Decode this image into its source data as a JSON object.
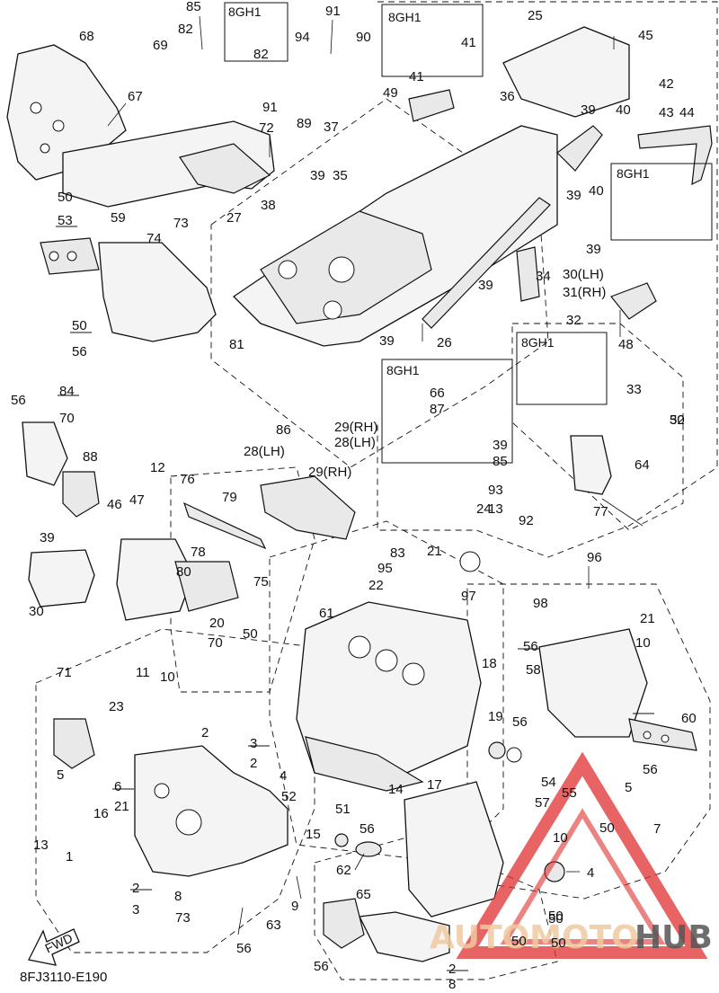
{
  "diagram": {
    "drawing_code": "8FJ3110-E190",
    "direction_label": "FWD",
    "watermark": {
      "text_a": "AUTOMOTO",
      "text_b": "HUB",
      "color_a": "#f0c9a0",
      "color_b": "#555555",
      "triangle_color": "#e03030"
    },
    "variant_boxes": [
      "8GH1",
      "8GH1",
      "8GH1",
      "8GH1",
      "8GH1"
    ],
    "callouts": [
      "85",
      "91",
      "94",
      "90",
      "25",
      "45",
      "68",
      "82",
      "82",
      "41",
      "41",
      "69",
      "49",
      "36",
      "42",
      "43",
      "44",
      "67",
      "91",
      "72",
      "89",
      "37",
      "39",
      "35",
      "39",
      "40",
      "39",
      "40",
      "50",
      "53",
      "59",
      "73",
      "74",
      "27",
      "38",
      "39",
      "34",
      "30(LH)",
      "31(RH)",
      "48",
      "50",
      "56",
      "81",
      "39",
      "26",
      "32",
      "39",
      "33",
      "32",
      "64",
      "50",
      "56",
      "84",
      "70",
      "28(LH)",
      "29(RH)",
      "66",
      "87",
      "88",
      "86",
      "28(LH)",
      "29(RH)",
      "39",
      "85",
      "13",
      "12",
      "76",
      "79",
      "46",
      "47",
      "93",
      "92",
      "39",
      "30",
      "24",
      "77",
      "78",
      "80",
      "75",
      "20",
      "83",
      "21",
      "22",
      "95",
      "97",
      "96",
      "98",
      "21",
      "61",
      "71",
      "70",
      "50",
      "56",
      "58",
      "10",
      "11",
      "10",
      "23",
      "18",
      "19",
      "56",
      "60",
      "5",
      "2",
      "3",
      "2",
      "4",
      "52",
      "56",
      "54",
      "55",
      "5",
      "6",
      "21",
      "14",
      "17",
      "51",
      "57",
      "50",
      "7",
      "16",
      "56",
      "10",
      "1",
      "13",
      "15",
      "62",
      "4",
      "2",
      "3",
      "8",
      "9",
      "63",
      "65",
      "56",
      "50",
      "2",
      "73",
      "50",
      "50",
      "8",
      "56",
      "50"
    ],
    "legend_sets": [
      "50 / 53",
      "50 / 56",
      "50 / 56",
      "50 / 56",
      "50 / 56",
      "5 / 6",
      "2 / 3",
      "4 / 2",
      "56 / 50"
    ]
  }
}
